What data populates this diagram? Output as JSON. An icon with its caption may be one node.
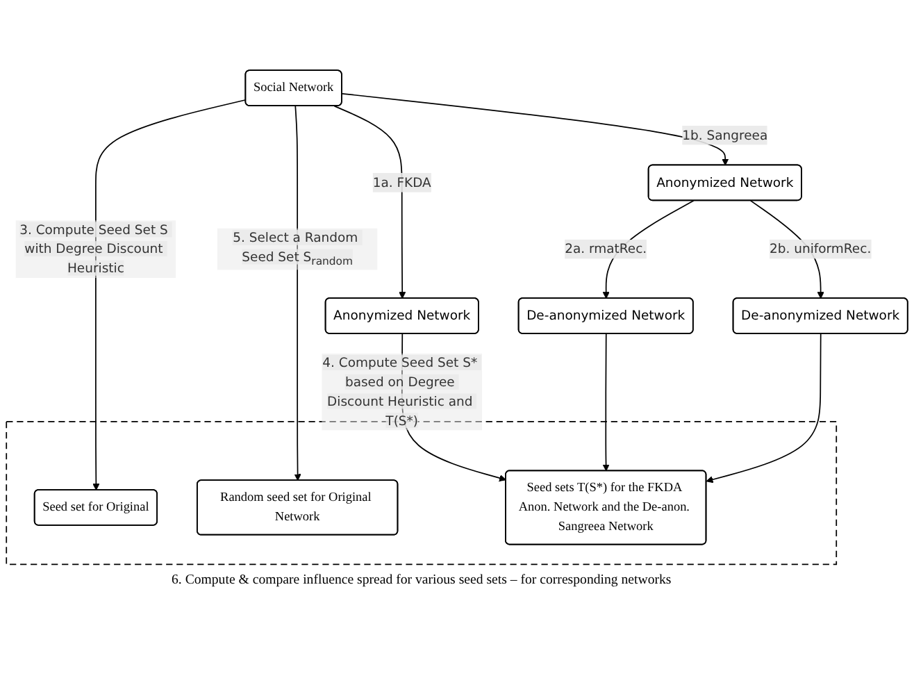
{
  "diagram": {
    "nodes": [
      {
        "text": [
          "Social Network"
        ]
      },
      {
        "text": [
          "Anonymized Network"
        ]
      },
      {
        "text": [
          "Anonymized Network"
        ]
      },
      {
        "text": [
          "De-anonymized Network"
        ]
      },
      {
        "text": [
          "De-anonymized Network"
        ]
      },
      {
        "text": [
          "6. Compute & compare influence spread for various seed sets – for corresponding networks"
        ]
      },
      {
        "text": [
          "Seed set for Original"
        ],
        "in": 5
      },
      {
        "text": [
          "Random seed set for Original Network"
        ],
        "in": 5
      },
      {
        "text": [
          "Seed sets T(S*) for the FKDA Anon. Network and the De-anon. Sangreea Network"
        ],
        "in": 5
      }
    ],
    "edges": [
      {
        "from": 0,
        "to": 1,
        "arrow": "to",
        "label": "1a. FKDA"
      },
      {
        "from": 0,
        "to": 2,
        "arrow": "to",
        "label": "1b. Sangreea"
      },
      {
        "from": 2,
        "to": 3,
        "arrow": "to",
        "label": "2a. rmatRec."
      },
      {
        "from": 2,
        "to": 4,
        "arrow": "to",
        "label": "2b. uniformRec."
      },
      {
        "from": 0,
        "to": 6,
        "arrow": "to",
        "label": "3. Compute Seed Set S with Degree Discount Heuristic"
      },
      {
        "from": 0,
        "to": 7,
        "arrow": "to",
        "label": "5. Select a Random Seed Set S$_{random}$"
      },
      {
        "from": 1,
        "to": 8,
        "arrow": "to",
        "label": "4. Compute Seed Set S* based on Degree Discount Heuristic and T(S*)"
      },
      {
        "from": 3,
        "to": 8,
        "arrow": "to"
      },
      {
        "from": 4,
        "to": 8,
        "arrow": "to"
      }
    ]
  }
}
